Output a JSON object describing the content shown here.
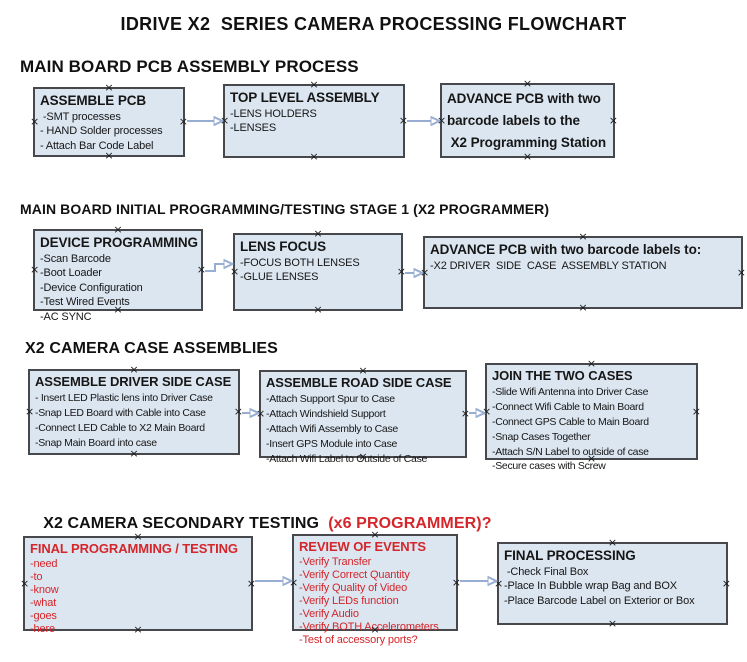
{
  "title": "IDRIVE X2  SERIES CAMERA PROCESSING FLOWCHART",
  "colors": {
    "background": "#ffffff",
    "box_fill": "#dce6f1",
    "box_border": "#46484c",
    "arrow_line": "#98add2",
    "arrow_head": "#3a5fa8",
    "red_text": "#d4262b",
    "black_text": "#161616"
  },
  "icons": {
    "connection_point_glyph": "×"
  },
  "sections": [
    {
      "heading": "MAIN BOARD PCB ASSEMBLY PROCESS",
      "boxes": [
        {
          "title": "ASSEMBLE PCB",
          "items": [
            " -SMT processes",
            "- HAND Solder processes",
            "- Attach Bar Code Label"
          ]
        },
        {
          "title": "TOP LEVEL ASSEMBLY",
          "items": [
            "-LENS HOLDERS",
            "-LENSES"
          ]
        },
        {
          "title": "ADVANCE PCB with two\nbarcode labels to the\n X2 Programming Station",
          "items": []
        }
      ]
    },
    {
      "heading": "MAIN BOARD INITIAL PROGRAMMING/TESTING STAGE 1 (X2 PROGRAMMER)",
      "boxes": [
        {
          "title": "DEVICE PROGRAMMING",
          "items": [
            "-Scan Barcode",
            "-Boot Loader",
            "-Device Configuration",
            "-Test Wired Events",
            "-AC SYNC"
          ]
        },
        {
          "title": "LENS FOCUS",
          "items": [
            "-FOCUS BOTH LENSES",
            "-GLUE LENSES"
          ]
        },
        {
          "title": "ADVANCE PCB with two barcode labels to:",
          "items": [
            "-X2 DRIVER  SIDE  CASE  ASSEMBLY STATION"
          ]
        }
      ]
    },
    {
      "heading": "X2 CAMERA CASE ASSEMBLIES",
      "boxes": [
        {
          "title": "ASSEMBLE DRIVER SIDE CASE",
          "items": [
            "- Insert LED Plastic lens into Driver Case",
            "-Snap LED Board with Cable into Case",
            "-Connect LED Cable to X2 Main Board",
            "-Snap Main Board into case"
          ]
        },
        {
          "title": "ASSEMBLE ROAD SIDE CASE",
          "items": [
            "-Attach Support Spur to Case",
            "-Attach Windshield Support",
            "-Attach Wifi Assembly to Case",
            "-Insert GPS Module into Case",
            "-Attach Wifi Label to Outside of Case"
          ]
        },
        {
          "title": "JOIN THE TWO CASES",
          "items": [
            "-Slide Wifi Antenna into Driver Case",
            "-Connect Wifi Cable to Main Board",
            "-Connect GPS Cable to Main Board",
            "-Snap Cases Together",
            "-Attach S/N Label to outside of case",
            "-Secure cases with Screw"
          ]
        }
      ]
    },
    {
      "heading": "X2 CAMERA SECONDARY TESTING  ",
      "heading_red": "(x6 PROGRAMMER)?",
      "boxes": [
        {
          "title": "FINAL PROGRAMMING / TESTING",
          "items": [
            "-need",
            "-to",
            "-know",
            "-what",
            "-goes",
            "-here"
          ]
        },
        {
          "title": "REVIEW OF EVENTS",
          "items": [
            "-Verify Transfer",
            "-Verify Correct Quantity",
            "-Verify Quality of Video",
            "-Verify LEDs function",
            "-Verify Audio",
            "-Verify BOTH Accelerometers",
            "-Test of accessory ports?"
          ]
        },
        {
          "title": "FINAL PROCESSING",
          "items": [
            " -Check Final Box",
            "-Place In Bubble wrap Bag and BOX",
            "-Place Barcode Label on Exterior or Box"
          ]
        }
      ]
    }
  ]
}
